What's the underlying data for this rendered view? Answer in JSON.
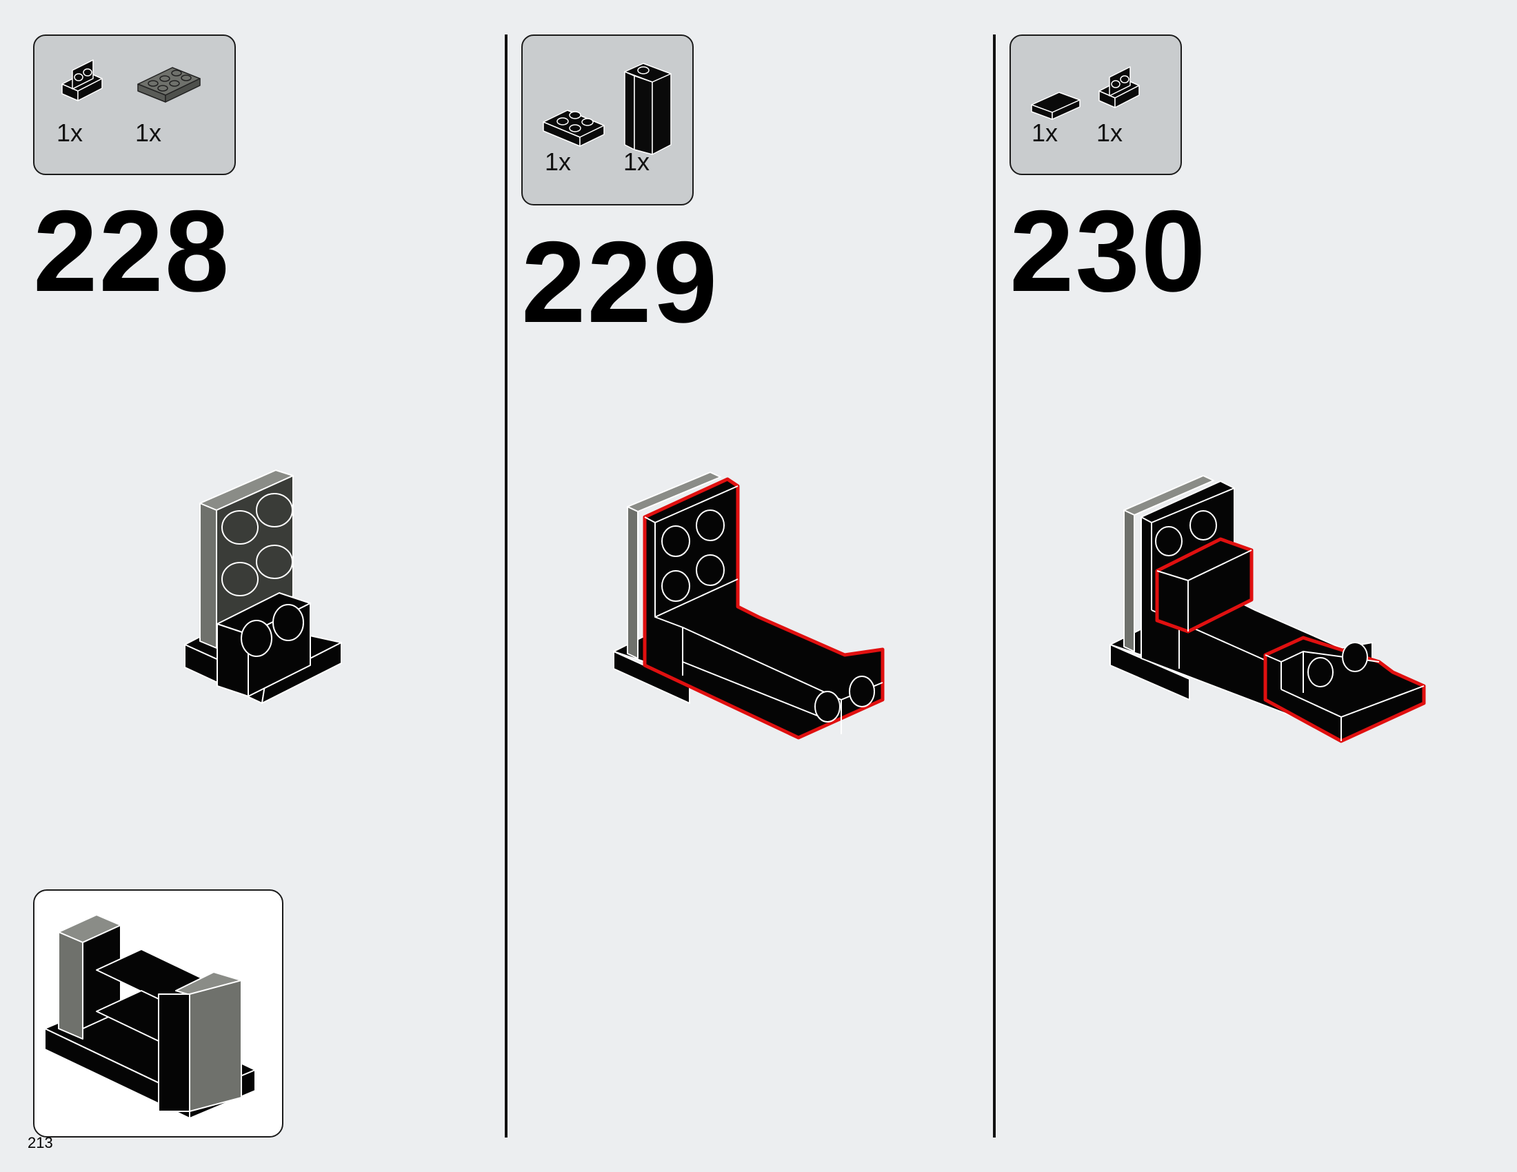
{
  "page": {
    "number": "213"
  },
  "steps": [
    {
      "number": "228",
      "parts": [
        {
          "qty": "1x",
          "icon": "bracket-1x2-black-icon"
        },
        {
          "qty": "1x",
          "icon": "plate-2x3-dark-gray-icon"
        }
      ]
    },
    {
      "number": "229",
      "parts": [
        {
          "qty": "1x",
          "icon": "plate-2x2-black-icon"
        },
        {
          "qty": "1x",
          "icon": "panel-1x2x3-black-icon"
        }
      ]
    },
    {
      "number": "230",
      "parts": [
        {
          "qty": "1x",
          "icon": "tile-1x2-black-icon"
        },
        {
          "qty": "1x",
          "icon": "bracket-1x2-black-icon"
        }
      ]
    }
  ],
  "colors": {
    "background": "#eceef0",
    "parts_box": "#c9ccce",
    "brick_black": "#050505",
    "brick_dark_gray": "#6f716c",
    "new_part_highlight": "#e01010"
  }
}
